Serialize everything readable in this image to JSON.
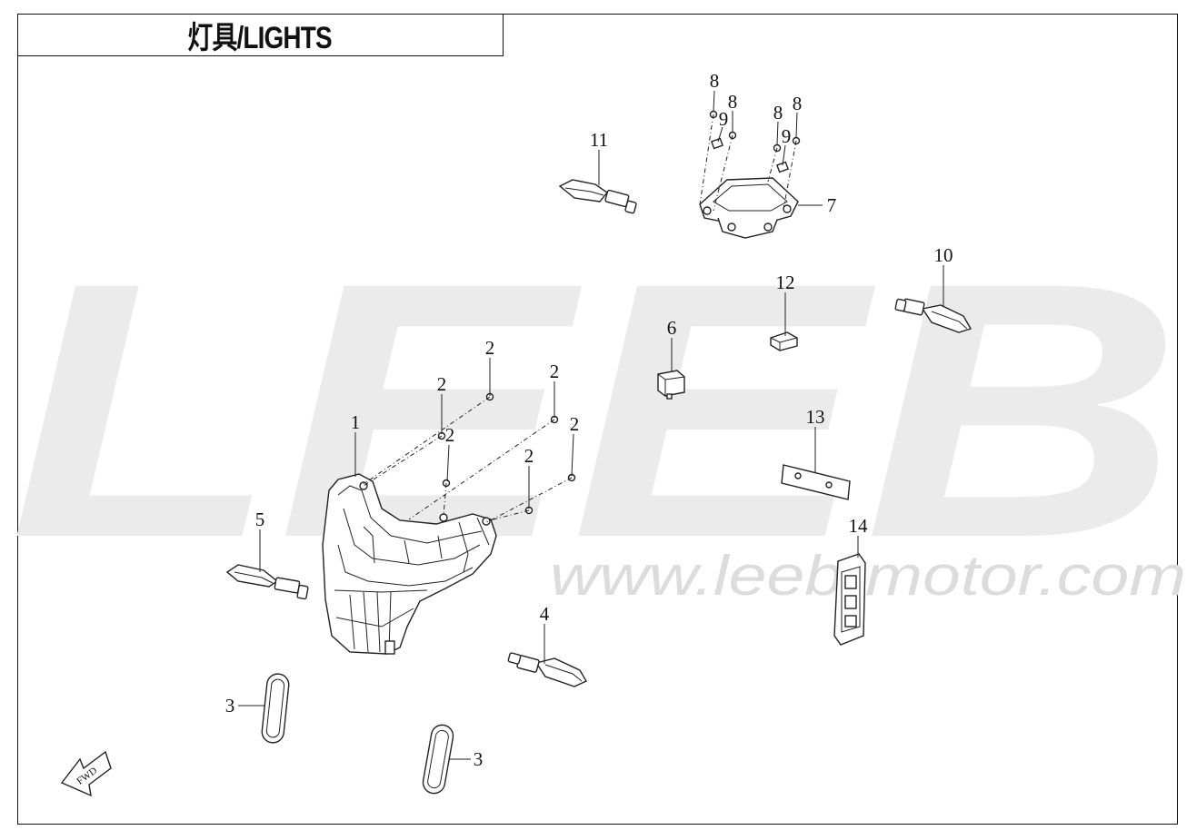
{
  "title": "灯具/LIGHTS",
  "watermark": {
    "brand": "LEEB",
    "url": "www.leeb-motor.com",
    "color": "#e6e6e6"
  },
  "fwd_label": "FWD",
  "callouts": [
    {
      "id": "c1",
      "label": "1"
    },
    {
      "id": "c2a",
      "label": "2"
    },
    {
      "id": "c2b",
      "label": "2"
    },
    {
      "id": "c2c",
      "label": "2"
    },
    {
      "id": "c2d",
      "label": "2"
    },
    {
      "id": "c2e",
      "label": "2"
    },
    {
      "id": "c2f",
      "label": "2"
    },
    {
      "id": "c3a",
      "label": "3"
    },
    {
      "id": "c3b",
      "label": "3"
    },
    {
      "id": "c4",
      "label": "4"
    },
    {
      "id": "c5",
      "label": "5"
    },
    {
      "id": "c6",
      "label": "6"
    },
    {
      "id": "c7",
      "label": "7"
    },
    {
      "id": "c8a",
      "label": "8"
    },
    {
      "id": "c8b",
      "label": "8"
    },
    {
      "id": "c8c",
      "label": "8"
    },
    {
      "id": "c8d",
      "label": "8"
    },
    {
      "id": "c9a",
      "label": "9"
    },
    {
      "id": "c9b",
      "label": "9"
    },
    {
      "id": "c10",
      "label": "10"
    },
    {
      "id": "c11",
      "label": "11"
    },
    {
      "id": "c12",
      "label": "12"
    },
    {
      "id": "c13",
      "label": "13"
    },
    {
      "id": "c14",
      "label": "14"
    }
  ]
}
